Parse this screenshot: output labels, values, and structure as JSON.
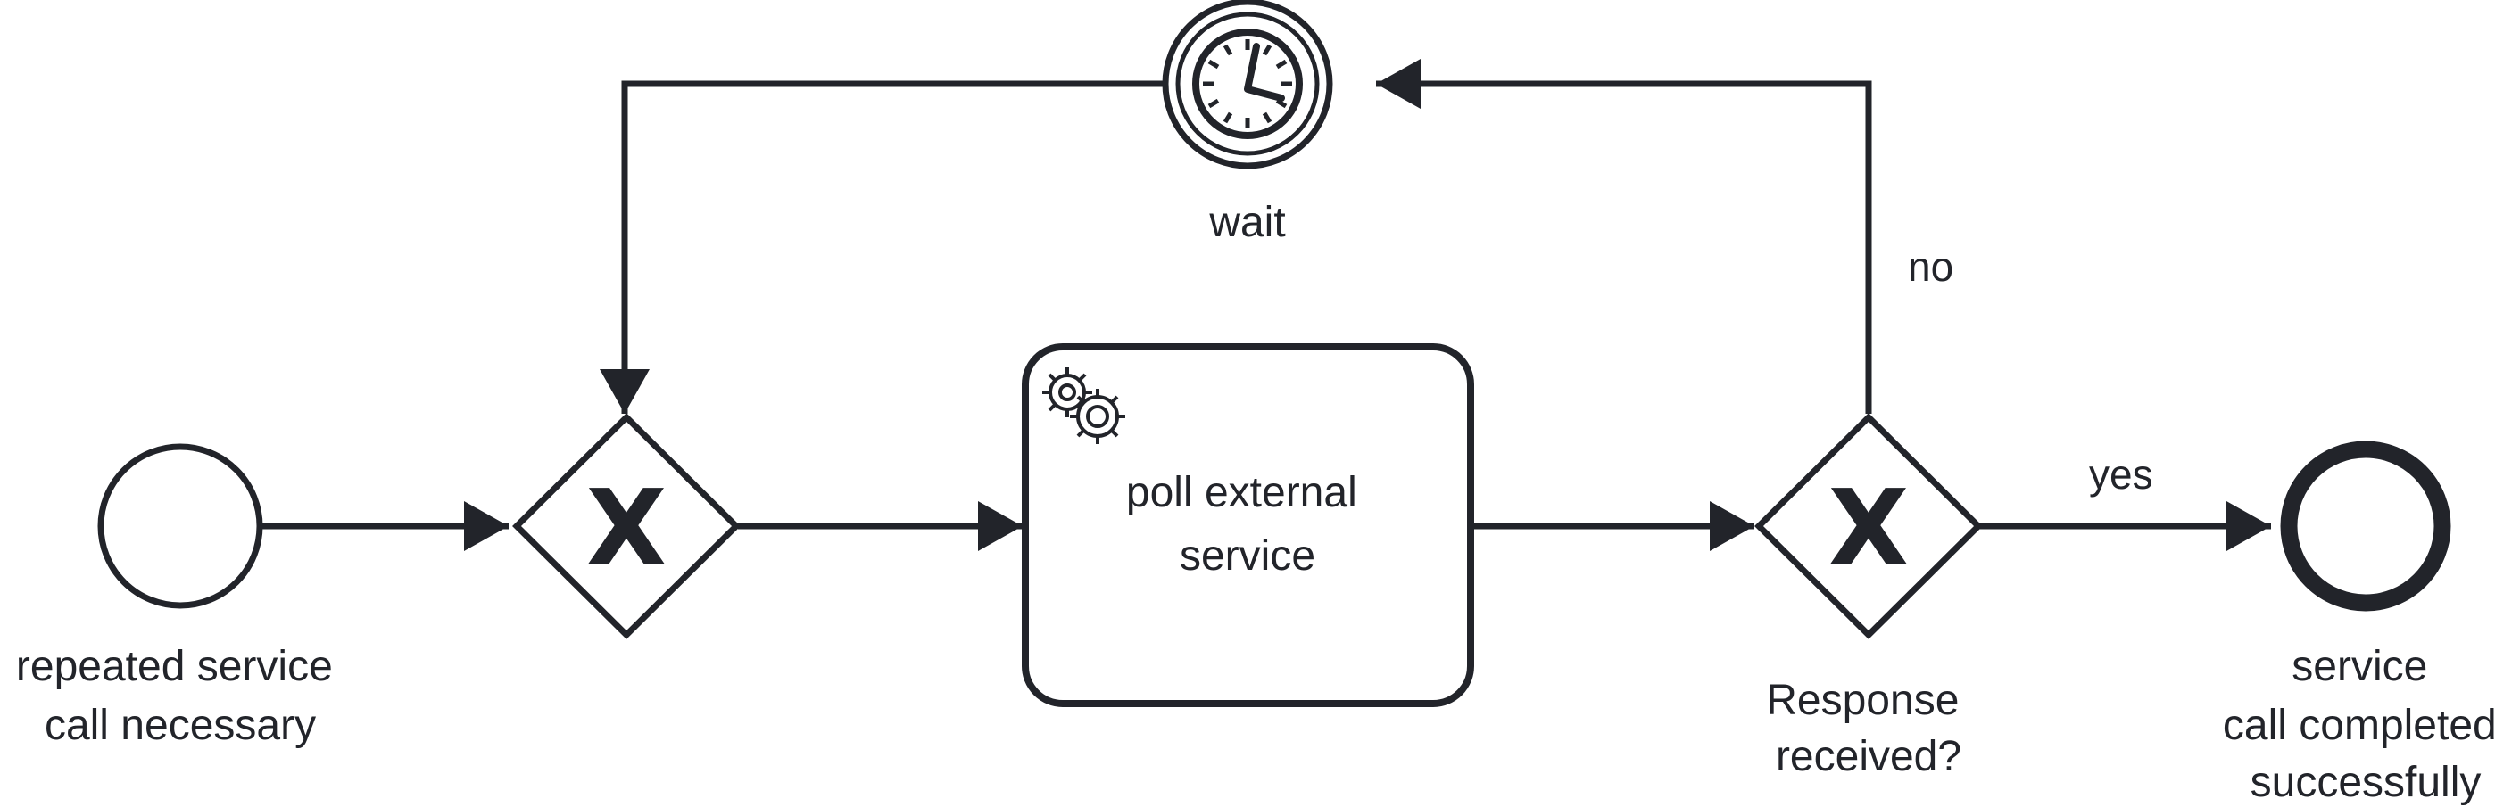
{
  "diagram": {
    "type": "bpmn-process",
    "colors": {
      "stroke": "#22242a",
      "fill": "#ffffff"
    },
    "start_event": {
      "label_lines": [
        "repeated service",
        "call necessary"
      ]
    },
    "merge_gateway": {
      "marker": "X"
    },
    "service_task": {
      "icon": "gear-icon",
      "label_lines": [
        "poll external",
        "service"
      ]
    },
    "decision_gateway": {
      "marker": "X",
      "label_lines": [
        "Response",
        "received?"
      ]
    },
    "timer_event": {
      "icon": "clock-icon",
      "label": "wait"
    },
    "end_event": {
      "label_lines": [
        "service",
        "call completed",
        "successfully"
      ]
    },
    "flows": {
      "no_label": "no",
      "yes_label": "yes"
    }
  }
}
